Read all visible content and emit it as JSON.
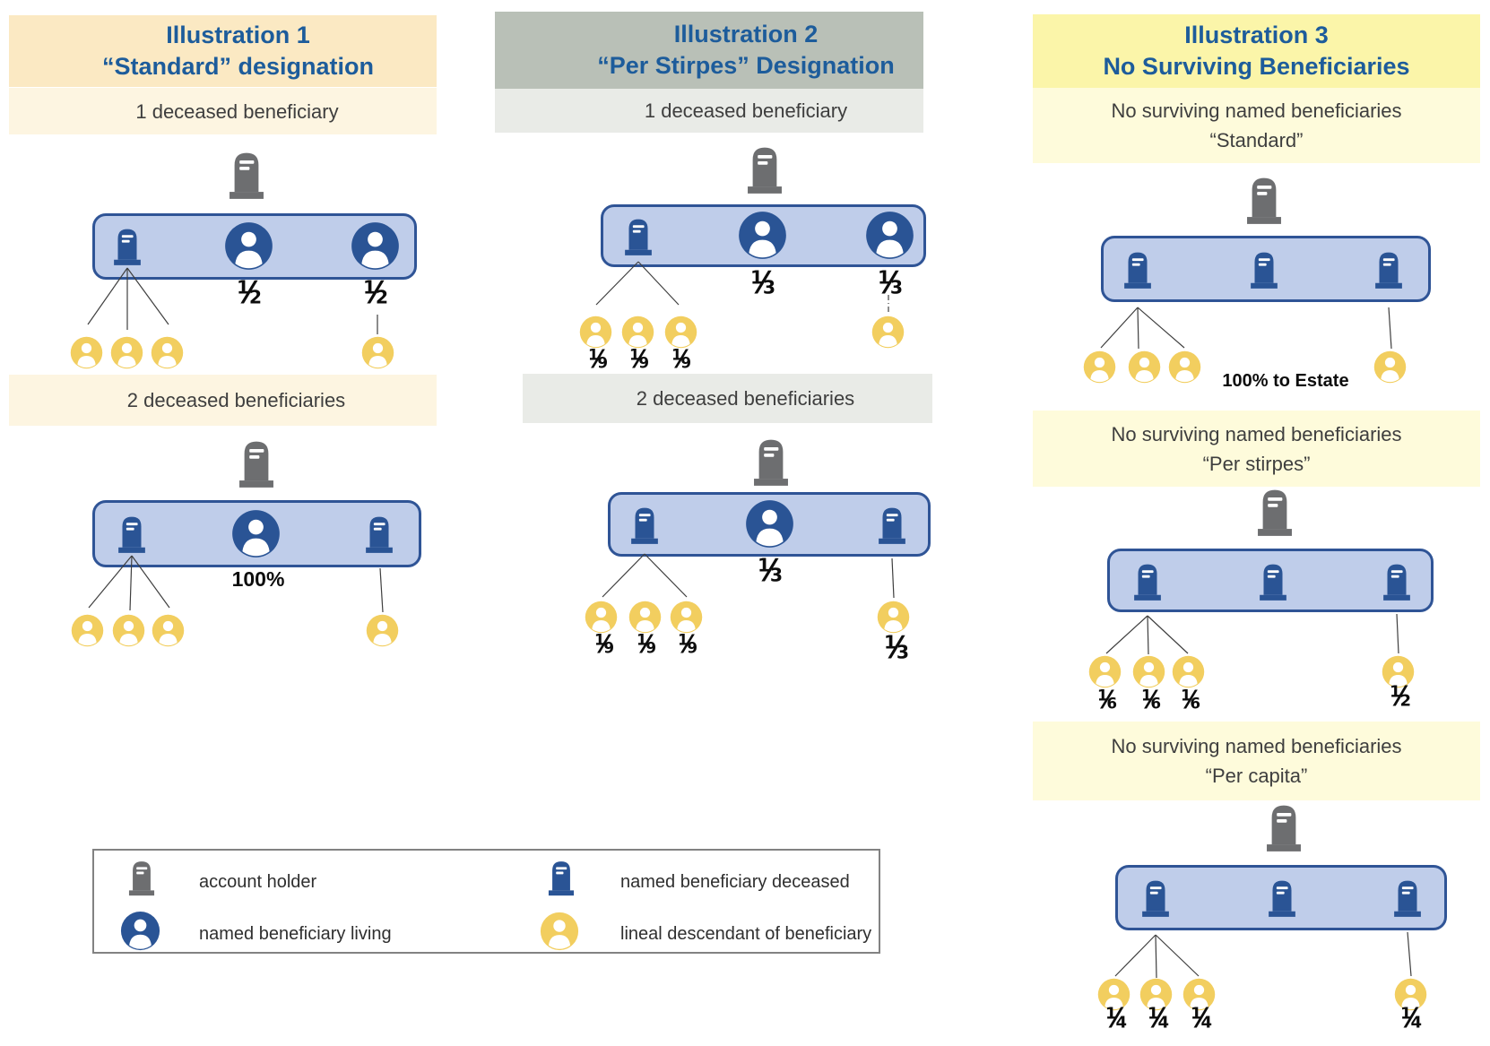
{
  "illustration1": {
    "title_line1": "Illustration 1",
    "title_line2": "“Standard” designation",
    "scenario1": {
      "band": "1 deceased beneficiary",
      "living_share_1": "1/2",
      "living_share_2": "1/2"
    },
    "scenario2": {
      "band": "2 deceased beneficiaries",
      "living_share": "100%"
    }
  },
  "illustration2": {
    "title_line1": "Illustration 2",
    "title_line2": "“Per Stirpes” Designation",
    "scenario1": {
      "band": "1 deceased beneficiary",
      "living_share_1": "1/3",
      "living_share_2": "1/3",
      "descendant_share_1": "1/9",
      "descendant_share_2": "1/9",
      "descendant_share_3": "1/9"
    },
    "scenario2": {
      "band": "2 deceased beneficiaries",
      "living_share": "1/3",
      "descendant_share_1": "1/9",
      "descendant_share_2": "1/9",
      "descendant_share_3": "1/9",
      "right_descendant_share": "1/3"
    }
  },
  "illustration3": {
    "title_line1": "Illustration 3",
    "title_line2": "No Surviving Beneficiaries",
    "scenario1": {
      "band_line1": "No surviving named beneficiaries",
      "band_line2": "“Standard”",
      "estate_note": "100% to Estate"
    },
    "scenario2": {
      "band_line1": "No surviving named beneficiaries",
      "band_line2": "“Per stirpes”",
      "descendant_share_1": "1/6",
      "descendant_share_2": "1/6",
      "descendant_share_3": "1/6",
      "right_descendant_share": "1/2"
    },
    "scenario3": {
      "band_line1": "No surviving named beneficiaries",
      "band_line2": "“Per capita”",
      "descendant_share_1": "1/4",
      "descendant_share_2": "1/4",
      "descendant_share_3": "1/4",
      "right_descendant_share": "1/4"
    }
  },
  "legend": {
    "account_holder": "account holder",
    "named_beneficiary_deceased": "named beneficiary deceased",
    "named_beneficiary_living": "named beneficiary living",
    "lineal_descendant": "lineal descendant of beneficiary",
    "icons": {
      "account_holder": "tombstone-gray",
      "named_beneficiary_deceased": "tombstone-blue",
      "named_beneficiary_living": "person-blue",
      "lineal_descendant": "person-yellow"
    }
  },
  "colors": {
    "title_blue": "#1d5c9b",
    "box_fill": "#bfcdea",
    "box_border": "#2f5496",
    "icon_blue": "#2a5495",
    "icon_gray": "#6d6e70",
    "icon_yellow": "#f2ce5f",
    "illustration1_header_bg": "#fbe9c3",
    "illustration1_band_bg": "#fdf5e1",
    "illustration2_header_bg": "#b9c0b7",
    "illustration2_band_bg": "#e9ebe7",
    "illustration3_header_bg": "#fbf5a9",
    "illustration3_band_bg": "#fefbdb"
  }
}
